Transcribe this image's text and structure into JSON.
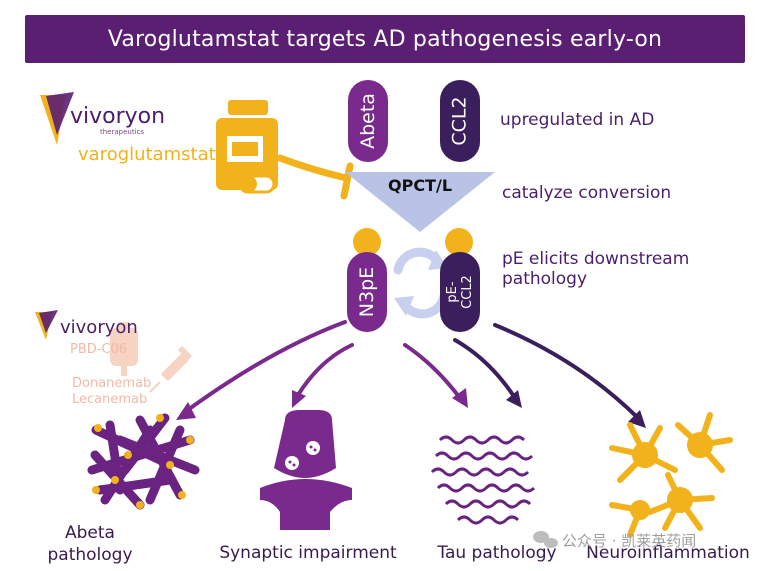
{
  "title": "Varoglutamstat targets AD pathogenesis early-on",
  "logo_top": {
    "name": "vivoryon",
    "tagline": "therapeutics"
  },
  "drug_label": "varoglutamstat",
  "pills_top": [
    {
      "label": "Abeta"
    },
    {
      "label": "CCL2"
    }
  ],
  "enzyme_label": "QPCT/L",
  "pills_mid": [
    {
      "label": "N3pE"
    },
    {
      "label": "pE-\nCCL2"
    }
  ],
  "side_notes": {
    "upregulated": "upregulated in AD",
    "catalyze": "catalyze conversion",
    "elicits_line1": "pE elicits downstream",
    "elicits_line2": "pathology"
  },
  "logo_mid": {
    "name": "vivoryon"
  },
  "faded_labels": {
    "pbd": "PBD-C06",
    "drug1": "Donanemab",
    "drug2": "Lecanemab"
  },
  "outcomes": [
    {
      "line1": "Abeta",
      "line2": "pathology"
    },
    {
      "line1": "Synaptic impairment"
    },
    {
      "line1": "Tau pathology"
    },
    {
      "line1": "Neuroinflammation"
    }
  ],
  "watermark": "公众号 · 凯莱英药闻",
  "colors": {
    "purple": "#5a1f72",
    "dark_purple": "#3b1f5c",
    "gold": "#f2b21b",
    "light_arrow": "#b9c3e6",
    "faded": "#f4c4b3"
  }
}
